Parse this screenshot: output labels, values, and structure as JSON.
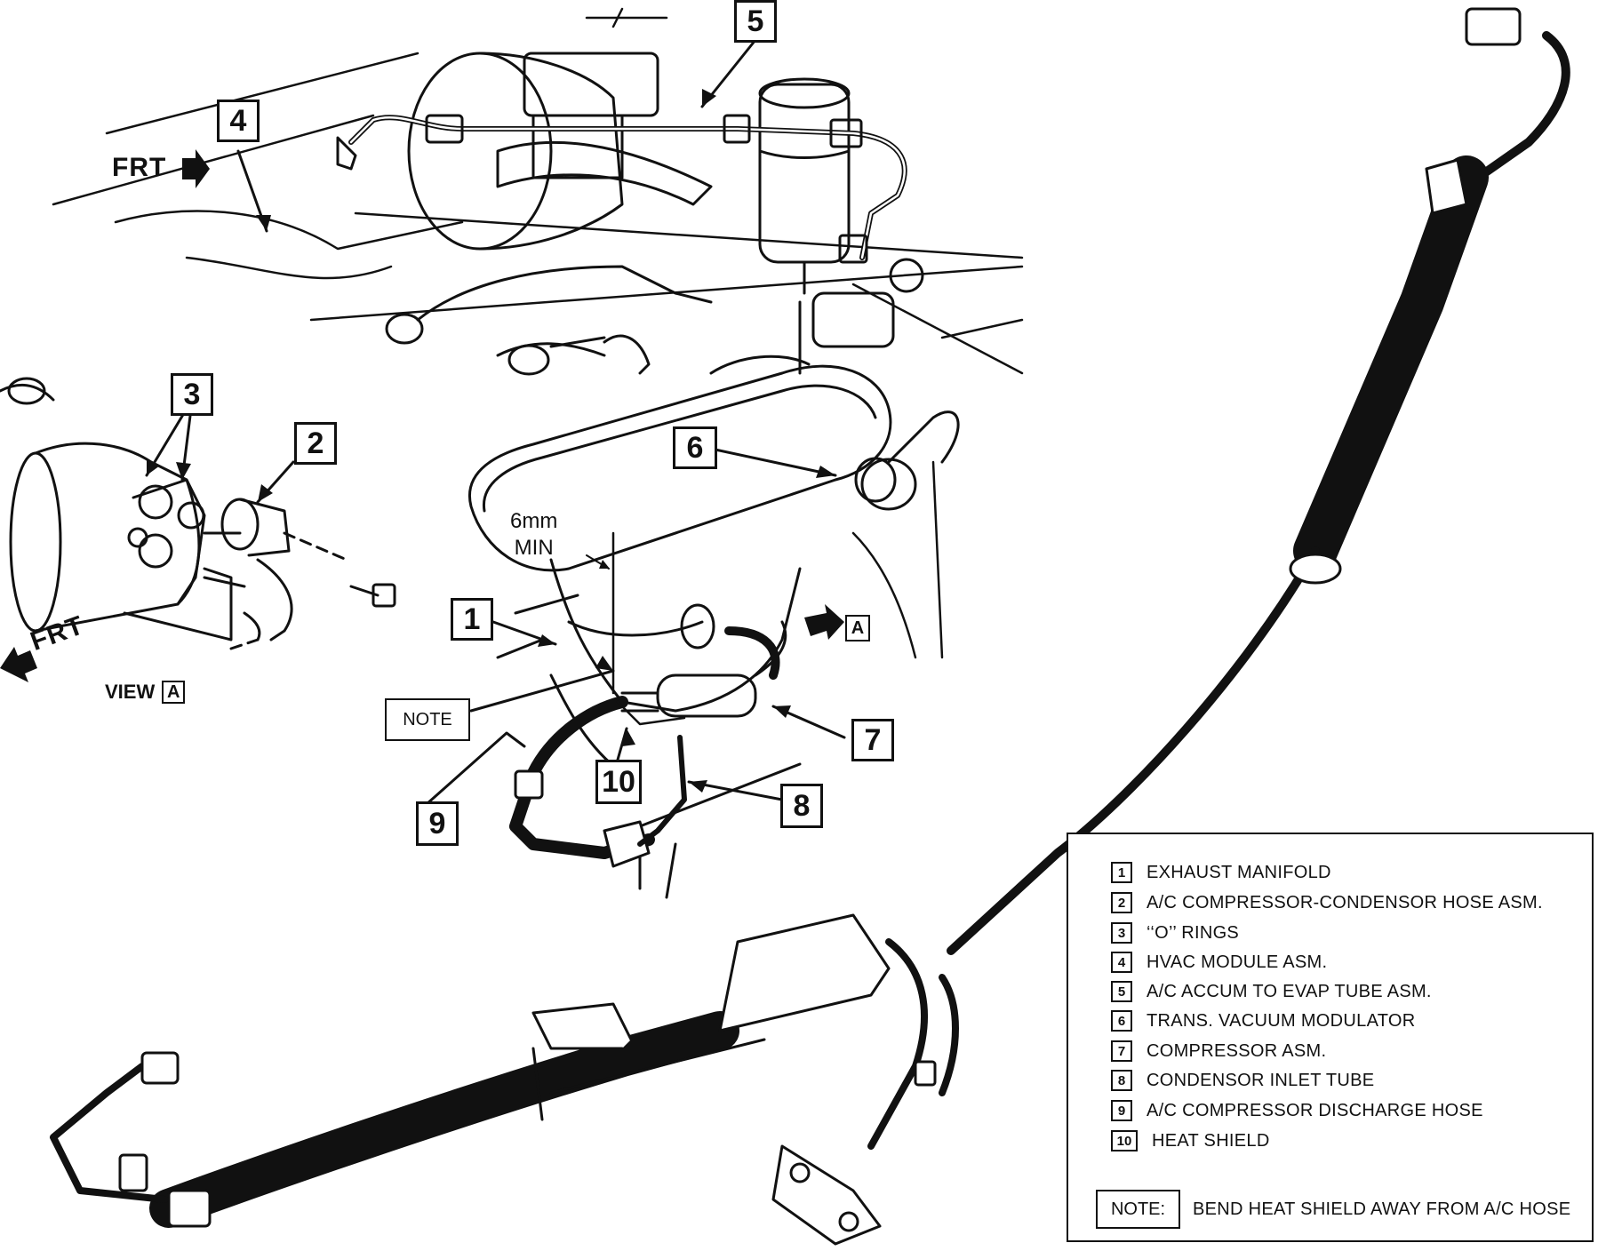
{
  "callouts": {
    "c1": "1",
    "c2": "2",
    "c3": "3",
    "c4": "4",
    "c5": "5",
    "c6": "6",
    "c7": "7",
    "c8": "8",
    "c9": "9",
    "c10": "10"
  },
  "labels": {
    "frt_top": "FRT",
    "frt_left": "FRT",
    "view": "VIEW",
    "view_letter": "A",
    "arrow_a": "A",
    "clearance_line1": "6mm",
    "clearance_line2": "MIN",
    "note_tag": "NOTE"
  },
  "legend": {
    "items": [
      {
        "num": "1",
        "text": "EXHAUST MANIFOLD"
      },
      {
        "num": "2",
        "text": "A/C COMPRESSOR-CONDENSOR HOSE ASM."
      },
      {
        "num": "3",
        "text": "‘‘O’’ RINGS"
      },
      {
        "num": "4",
        "text": "HVAC MODULE ASM."
      },
      {
        "num": "5",
        "text": "A/C ACCUM TO EVAP TUBE ASM."
      },
      {
        "num": "6",
        "text": "TRANS. VACUUM MODULATOR"
      },
      {
        "num": "7",
        "text": "COMPRESSOR ASM."
      },
      {
        "num": "8",
        "text": "CONDENSOR INLET TUBE"
      },
      {
        "num": "9",
        "text": "A/C COMPRESSOR DISCHARGE HOSE"
      },
      {
        "num": "10",
        "text": "HEAT SHIELD"
      }
    ],
    "note_label": "NOTE:",
    "note_text": "BEND HEAT SHIELD AWAY FROM A/C HOSE"
  }
}
